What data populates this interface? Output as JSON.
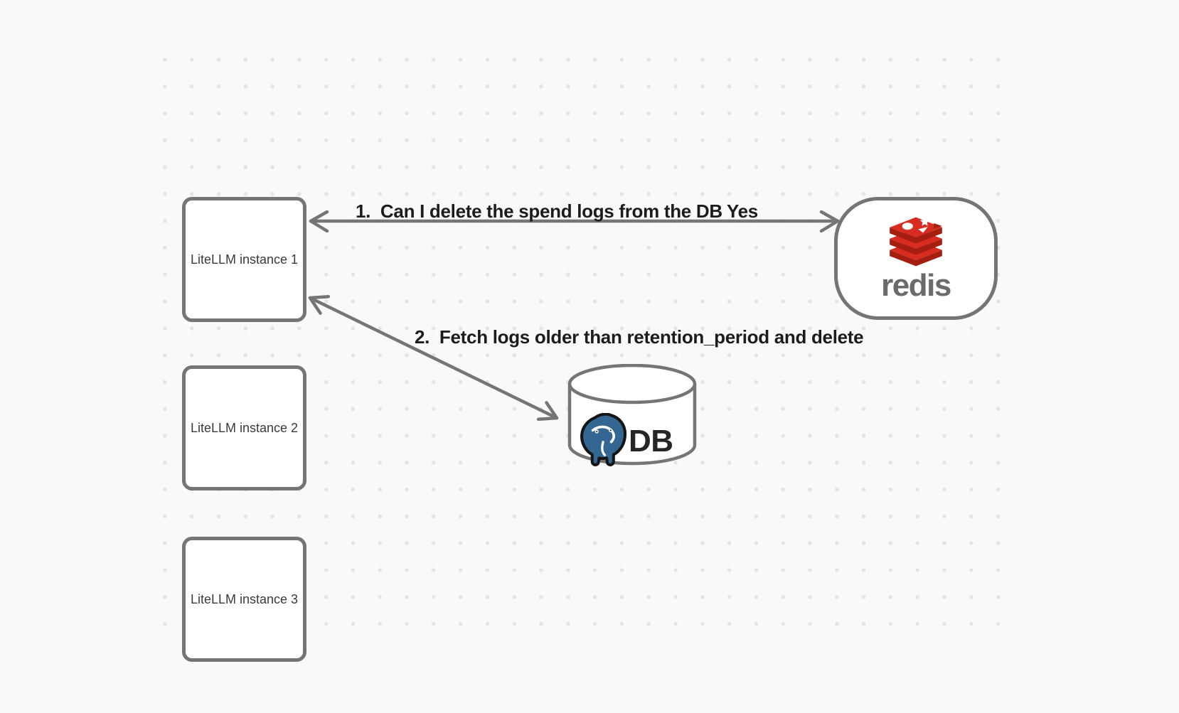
{
  "title": "LiteLLM spend logs deletion diagram",
  "colors": {
    "background": "#f8f9fa",
    "dot": "#e4e4e4",
    "stroke": "#757575",
    "label_text": "#1c1c1c",
    "box_text": "#3a3a3a",
    "node_fill": "#ffffff",
    "redis_red": "#d82c20",
    "redis_dark_red": "#a41e11",
    "redis_wordmark": "#6b6b6b",
    "postgres_blue": "#336791",
    "db_text": "#262626"
  },
  "diagram": {
    "instances": [
      {
        "label": "LiteLLM instance 1"
      },
      {
        "label": "LiteLLM instance 2"
      },
      {
        "label": "LiteLLM instance 3"
      }
    ],
    "redis": {
      "wordmark": "redis",
      "icon": "redis-stack-logo"
    },
    "database": {
      "label": "DB",
      "icon": "postgresql-elephant-logo"
    },
    "messages": [
      {
        "text": "1.  Can I delete the spend logs from the DB",
        "reply": "Yes",
        "from": "LiteLLM instance 1",
        "to": "redis",
        "double_headed": true
      },
      {
        "text": "2.  Fetch logs older than retention_period and delete",
        "reply": "",
        "from": "LiteLLM instance 1",
        "to": "DB",
        "double_headed": true
      }
    ]
  }
}
